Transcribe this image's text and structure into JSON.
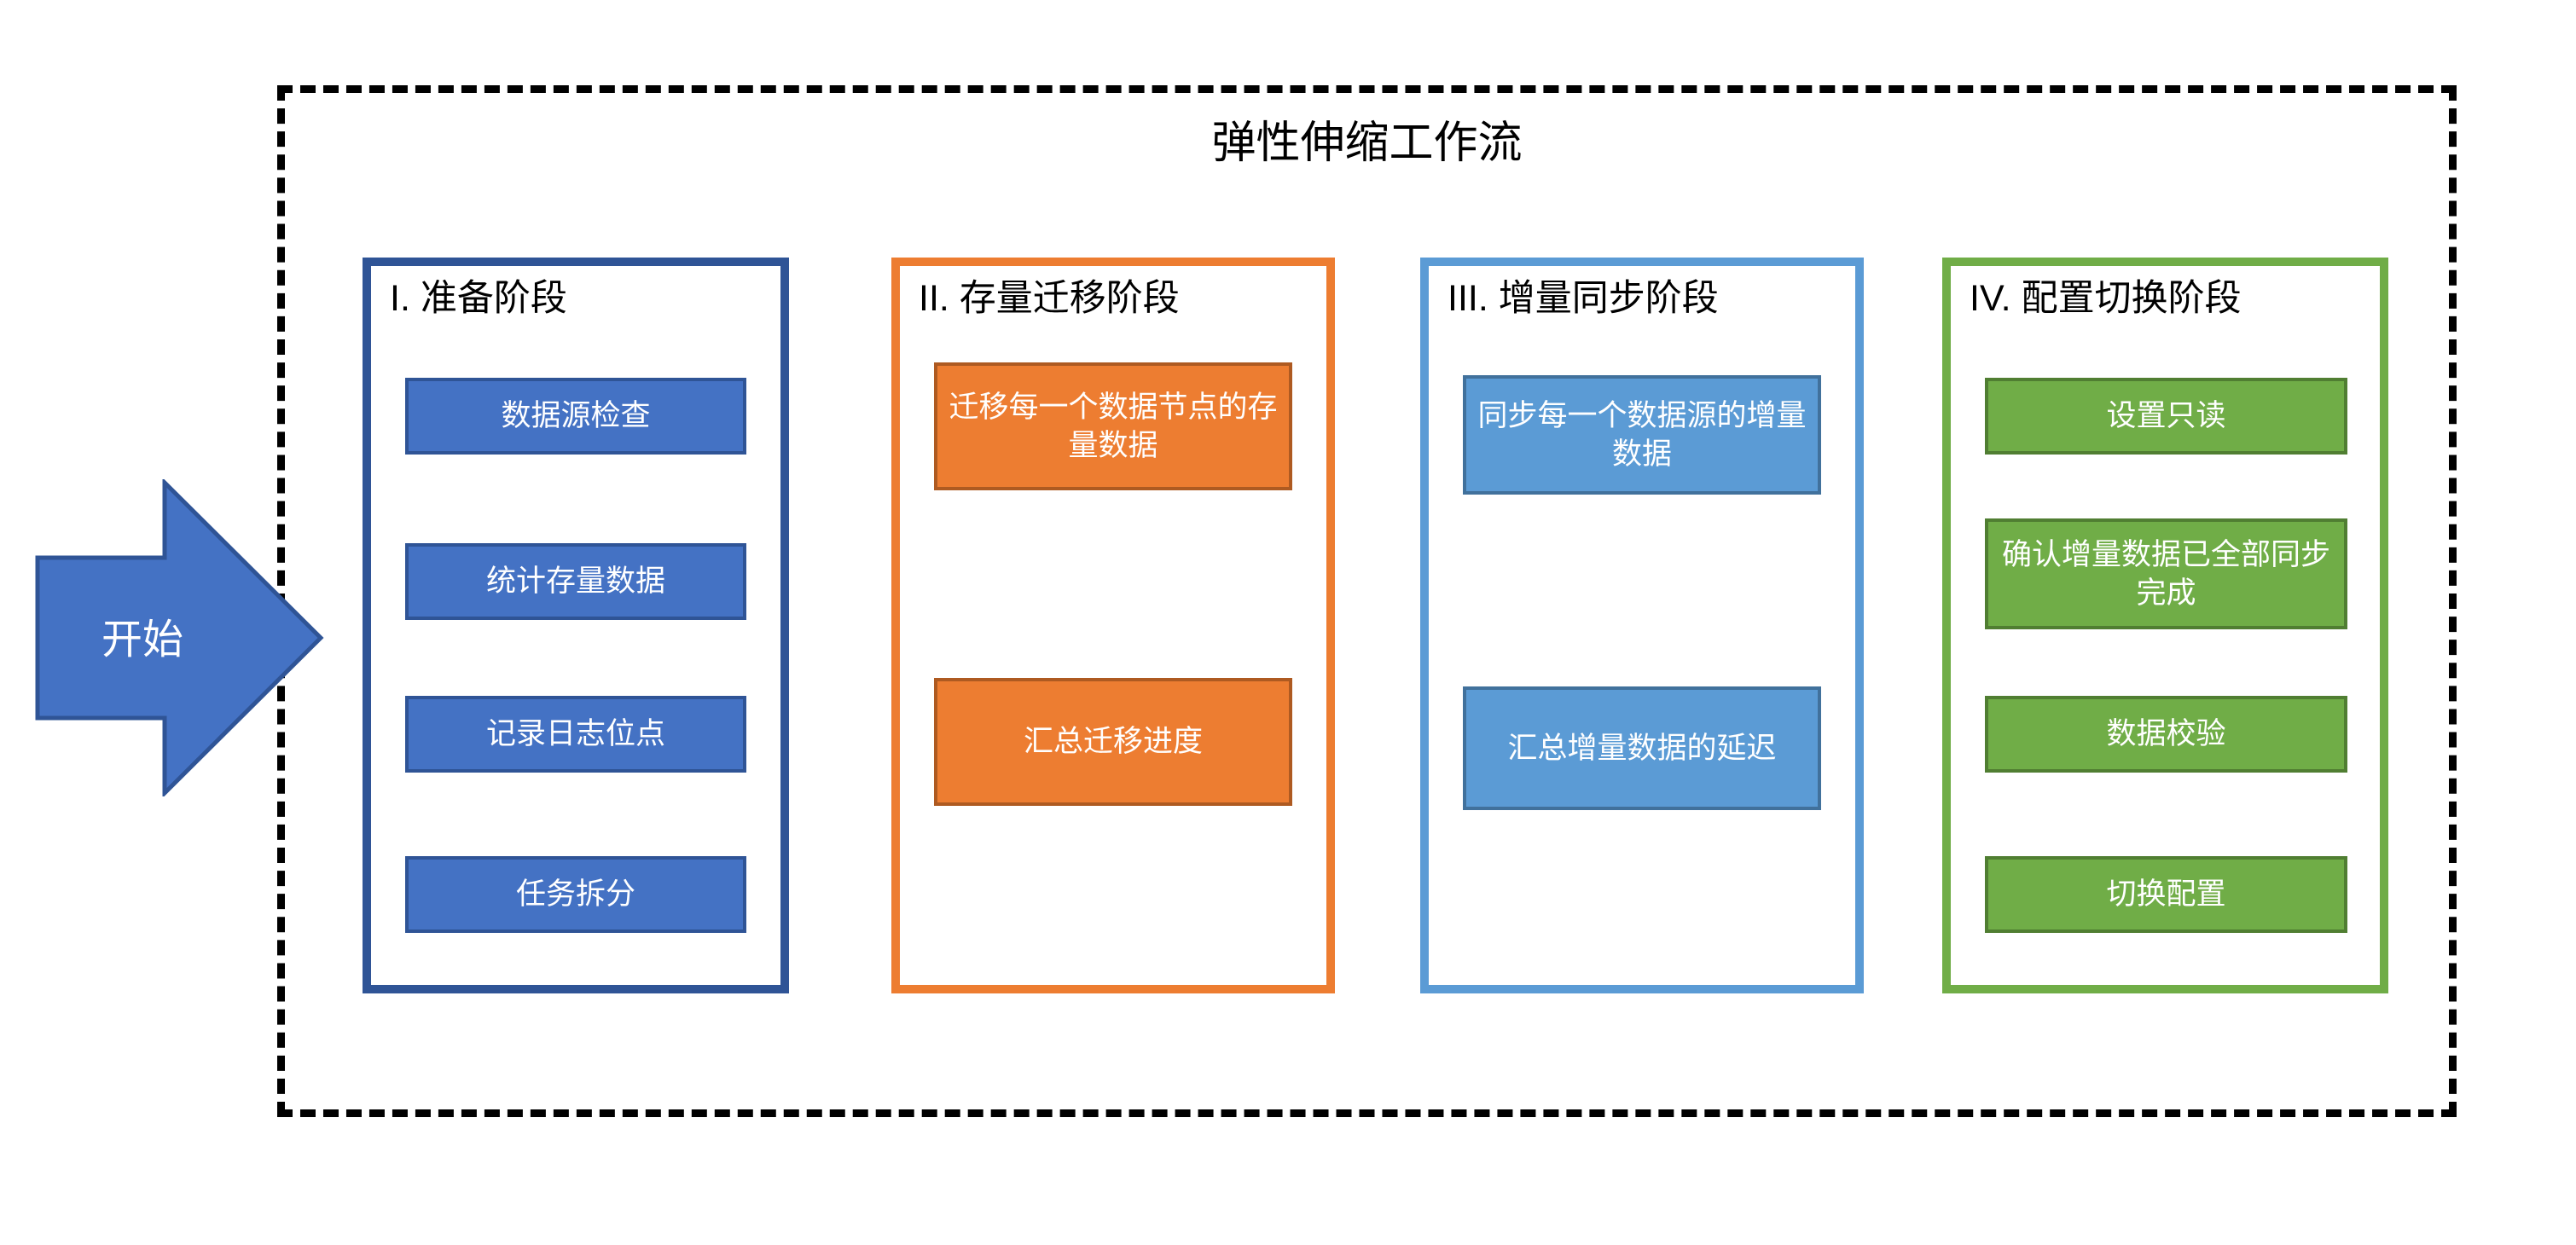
{
  "diagram": {
    "title": "弹性伸缩工作流",
    "start_label": "开始",
    "colors": {
      "container_border": "#000000",
      "blue_fill": "#4472C4",
      "blue_border": "#2F5496",
      "orange_fill": "#ED7D31",
      "orange_border": "#AE5A21",
      "lightblue_fill": "#5B9BD5",
      "lightblue_border": "#41719C",
      "green_fill": "#70AD47",
      "green_border": "#507E32",
      "arrow_fill": "#4472C4",
      "arrow_border": "#2F5496"
    },
    "phases": [
      {
        "title": "I. 准备阶段",
        "accent": "#2F5496",
        "nodes": [
          {
            "label": "数据源检查"
          },
          {
            "label": "统计存量数据"
          },
          {
            "label": "记录日志位点"
          },
          {
            "label": "任务拆分"
          }
        ]
      },
      {
        "title": "II. 存量迁移阶段",
        "accent": "#ED7D31",
        "nodes": [
          {
            "label": "迁移每一个数据节点的存量数据"
          },
          {
            "label": "汇总迁移进度"
          }
        ]
      },
      {
        "title": "III. 增量同步阶段",
        "accent": "#5B9BD5",
        "nodes": [
          {
            "label": "同步每一个数据源的增量数据"
          },
          {
            "label": "汇总增量数据的延迟"
          }
        ]
      },
      {
        "title": "IV. 配置切换阶段",
        "accent": "#70AD47",
        "nodes": [
          {
            "label": "设置只读"
          },
          {
            "label": "确认增量数据已全部同步完成"
          },
          {
            "label": "数据校验"
          },
          {
            "label": "切换配置"
          }
        ]
      }
    ]
  }
}
